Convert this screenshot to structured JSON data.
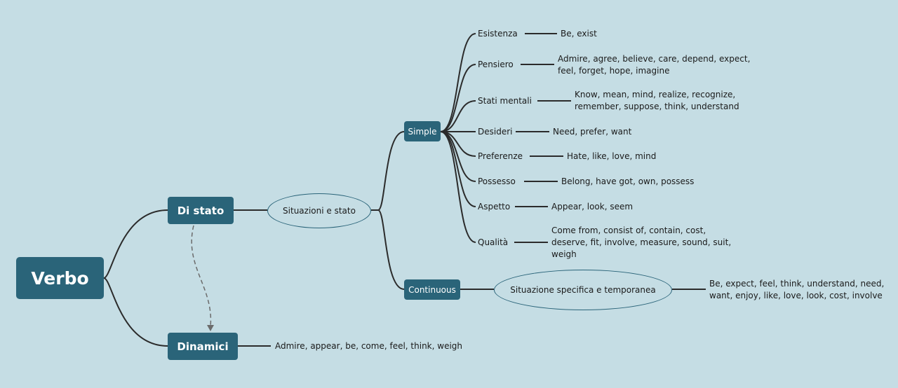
{
  "root": {
    "label": "Verbo"
  },
  "di_stato": {
    "label": "Di stato",
    "situazione": "Situazioni e stato",
    "simple": {
      "label": "Simple",
      "categories": [
        {
          "label": "Esistenza",
          "verbs": "Be, exist"
        },
        {
          "label": "Pensiero",
          "verbs": "Admire, agree, believe, care, depend, expect,\nfeel, forget, hope, imagine"
        },
        {
          "label": "Stati mentali",
          "verbs": "Know, mean, mind, realize, recognize,\nremember, suppose, think, understand"
        },
        {
          "label": "Desideri",
          "verbs": "Need, prefer, want"
        },
        {
          "label": "Preferenze",
          "verbs": "Hate, like, love, mind"
        },
        {
          "label": "Possesso",
          "verbs": "Belong, have got, own, possess"
        },
        {
          "label": "Aspetto",
          "verbs": "Appear, look, seem"
        },
        {
          "label": "Qualità",
          "verbs": "Come from, consist of, contain, cost,\ndeserve, fit, involve, measure, sound, suit,\nweigh"
        }
      ]
    },
    "continuous": {
      "label": "Continuous",
      "situazione": "Situazione specifica e temporanea",
      "verbs": "Be, expect, feel, think, understand, need,\nwant, enjoy, like, love, look, cost, involve"
    }
  },
  "dinamici": {
    "label": "Dinamici",
    "verbs": "Admire, appear, be, come, feel, think, weigh"
  },
  "colors": {
    "background": "#c5dde4",
    "node": "#2a6479",
    "line": "#2b2b2b",
    "dashed": "#6b6b6b"
  }
}
